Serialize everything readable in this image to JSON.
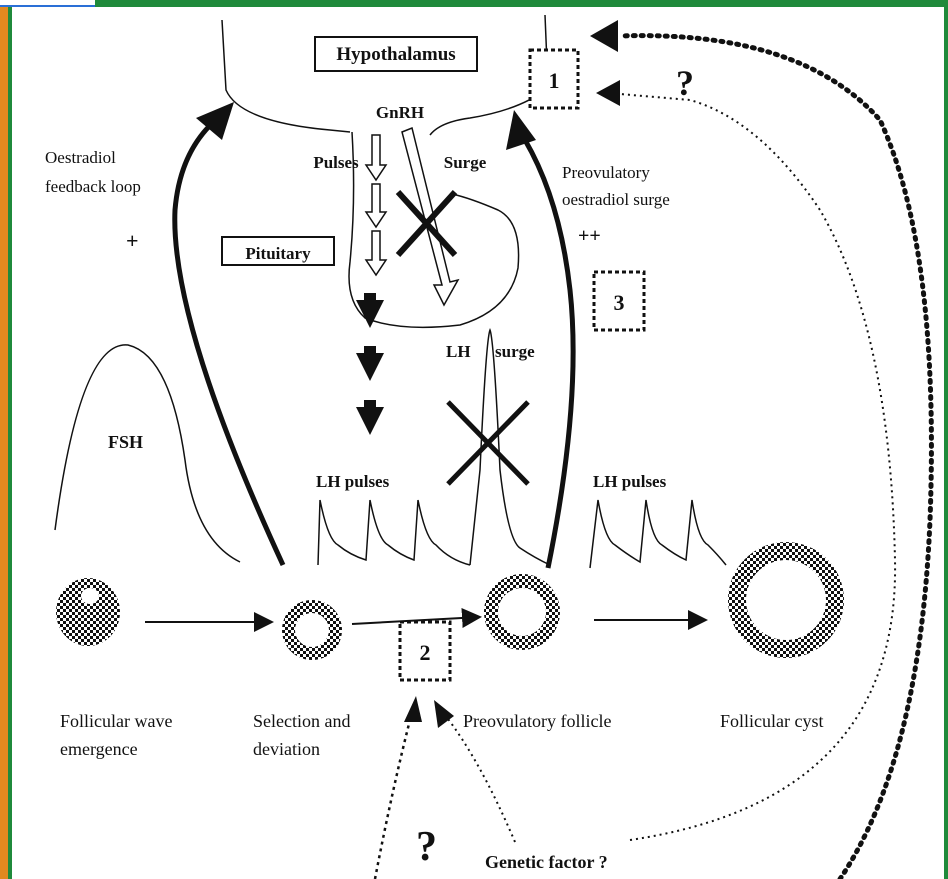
{
  "labels": {
    "hypothalamus": "Hypothalamus",
    "gnrh": "GnRH",
    "pulses": "Pulses",
    "surge": "Surge",
    "pituitary": "Pituitary",
    "oestradiol_feedback_1": "Oestradiol",
    "oestradiol_feedback_2": "feedback loop",
    "plus": "+",
    "preovulatory_surge_1": "Preovulatory",
    "preovulatory_surge_2": "oestradiol surge",
    "plusplus": "++",
    "box1": "1",
    "box2": "2",
    "box3": "3",
    "question_top": "?",
    "question_bottom": "?",
    "fsh": "FSH",
    "lh_pulses_left": "LH pulses",
    "lh_surge_lh": "LH",
    "lh_surge_word": "surge",
    "lh_pulses_right": "LH pulses",
    "stage1_line1": "Follicular wave",
    "stage1_line2": "emergence",
    "stage2_line1": "Selection and",
    "stage2_line2": "deviation",
    "stage3": "Preovulatory follicle",
    "stage4": "Follicular cyst",
    "genetic": "Genetic factor ?"
  }
}
